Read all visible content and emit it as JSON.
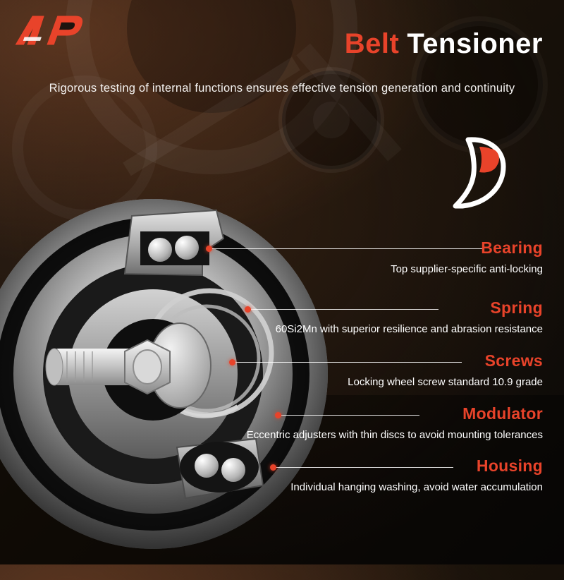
{
  "brand": {
    "logo_name": "a-premium-logo",
    "glyph_name": "a-premium-p-glyph"
  },
  "header": {
    "title_accent": "Belt",
    "title_rest": "Tensioner",
    "subtitle": "Rigorous testing of internal functions ensures effective tension generation and continuity"
  },
  "callouts": [
    {
      "label": "Bearing",
      "description": "Top supplier-specific anti-locking"
    },
    {
      "label": "Spring",
      "description": "60Si2Mn with superior resilience and abrasion resistance"
    },
    {
      "label": "Screws",
      "description": "Locking wheel screw standard 10.9 grade"
    },
    {
      "label": "Modulator",
      "description": "Eccentric adjusters with thin discs to avoid mounting tolerances"
    },
    {
      "label": "Housing",
      "description": "Individual hanging washing, avoid water accumulation"
    }
  ],
  "colors": {
    "accent": "#e8432a",
    "text": "#ffffff",
    "background": "#171109",
    "metal": "#c9c9c9"
  }
}
